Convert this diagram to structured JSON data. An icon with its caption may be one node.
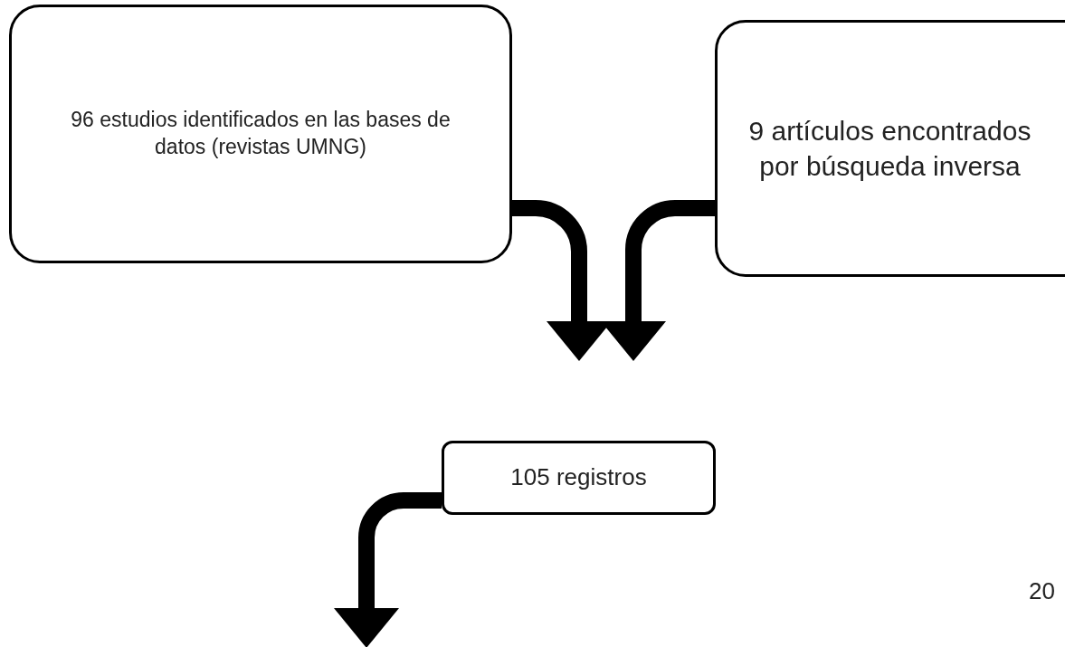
{
  "diagram": {
    "nodes": [
      {
        "text": [
          "96 estudios identificados en las bases de datos (revistas UMNG)"
        ]
      },
      {
        "text": [
          "9 artículos encontrados por búsqueda inversa"
        ]
      },
      {
        "text": [
          "105 registros"
        ]
      }
    ],
    "edges": [
      {
        "from": 0,
        "to": null,
        "arrow": "to"
      },
      {
        "from": 1,
        "to": null,
        "arrow": "to"
      },
      {
        "from": 2,
        "to": null,
        "arrow": "to"
      }
    ],
    "labels": [
      "20"
    ]
  }
}
